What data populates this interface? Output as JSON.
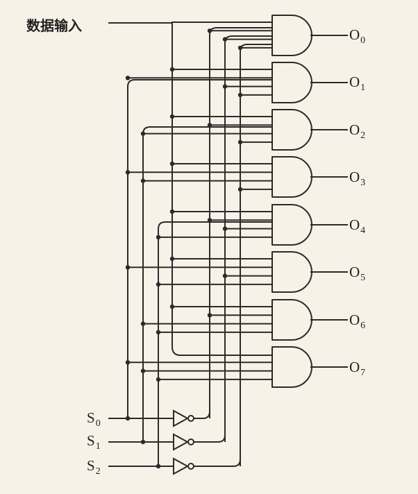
{
  "data_input_label": "数据输入",
  "selects": [
    {
      "letter": "S",
      "index": "0"
    },
    {
      "letter": "S",
      "index": "1"
    },
    {
      "letter": "S",
      "index": "2"
    }
  ],
  "outputs": [
    {
      "letter": "O",
      "index": "0"
    },
    {
      "letter": "O",
      "index": "1"
    },
    {
      "letter": "O",
      "index": "2"
    },
    {
      "letter": "O",
      "index": "3"
    },
    {
      "letter": "O",
      "index": "4"
    },
    {
      "letter": "O",
      "index": "5"
    },
    {
      "letter": "O",
      "index": "6"
    },
    {
      "letter": "O",
      "index": "7"
    }
  ],
  "colors": {
    "background": "#f8f1e7",
    "wire": "#2a2a2a"
  }
}
